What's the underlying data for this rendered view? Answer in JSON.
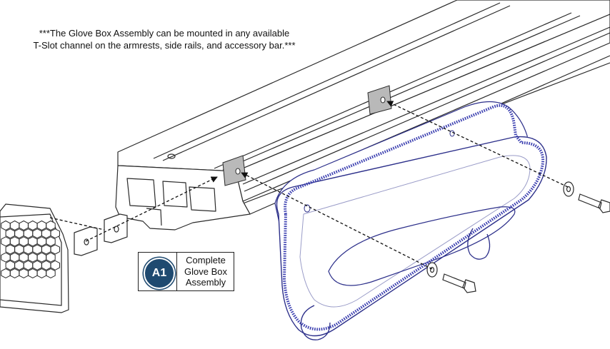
{
  "note": {
    "line1": "***The Glove Box Assembly can be mounted in any available",
    "line2": "T-Slot channel on the armrests, side rails, and accessory bar.***"
  },
  "callout": {
    "badge": "A1",
    "label_lines": [
      "Complete",
      "Glove Box",
      "Assembly"
    ]
  },
  "colors": {
    "line": "#2a2a2a",
    "zipper": "#3b3fb0",
    "pouch_outline": "#2c2f8a",
    "badge": "#1f4a70",
    "slot_nut": "#b9b9b9"
  }
}
